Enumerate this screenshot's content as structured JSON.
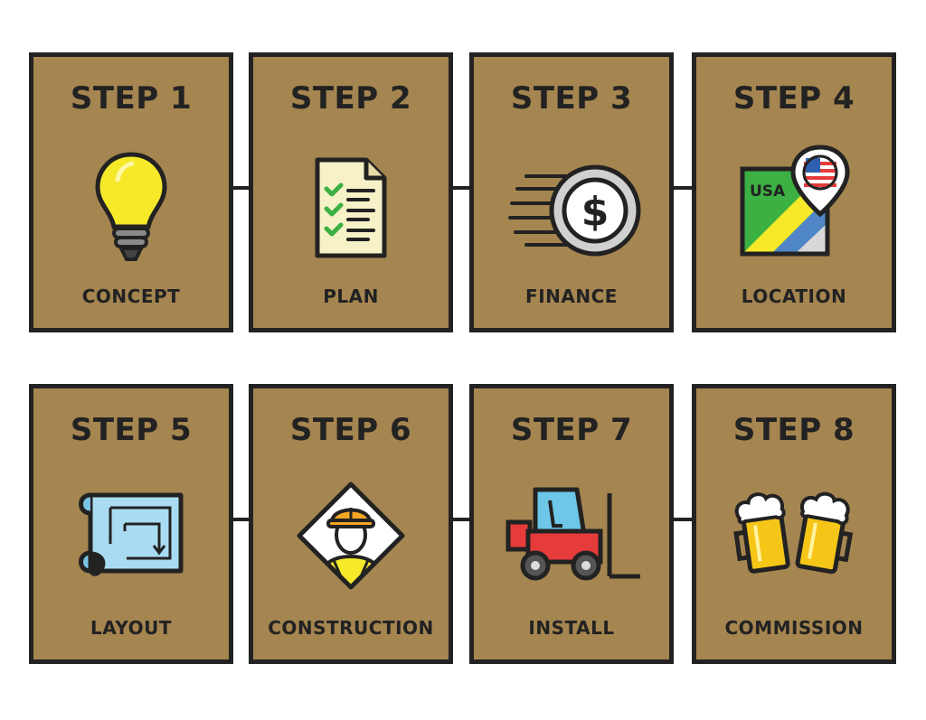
{
  "steps": [
    {
      "step": "STEP 1",
      "label": "CONCEPT",
      "icon": "lightbulb-icon"
    },
    {
      "step": "STEP 2",
      "label": "PLAN",
      "icon": "checklist-document-icon"
    },
    {
      "step": "STEP 3",
      "label": "FINANCE",
      "icon": "dollar-coin-icon"
    },
    {
      "step": "STEP 4",
      "label": "LOCATION",
      "icon": "usa-map-pin-icon",
      "map_text": "USA"
    },
    {
      "step": "STEP 5",
      "label": "LAYOUT",
      "icon": "blueprint-icon"
    },
    {
      "step": "STEP 6",
      "label": "CONSTRUCTION",
      "icon": "construction-worker-icon"
    },
    {
      "step": "STEP 7",
      "label": "INSTALL",
      "icon": "forklift-icon"
    },
    {
      "step": "STEP 8",
      "label": "COMMISSION",
      "icon": "beer-mugs-icon"
    }
  ],
  "colors": {
    "card_fill": "#a58550",
    "border": "#222222",
    "text": "#222222",
    "background": "#ffffff"
  }
}
